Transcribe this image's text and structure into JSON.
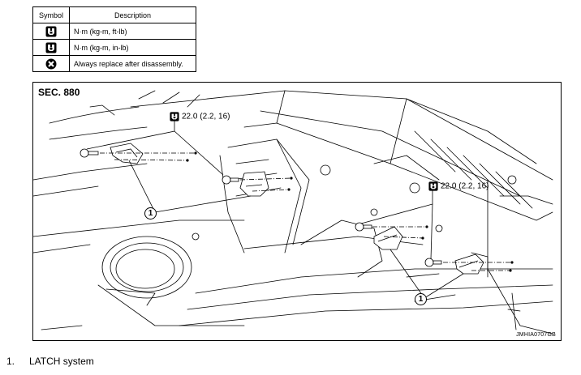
{
  "legend": {
    "header_symbol": "Symbol",
    "header_description": "Description",
    "rows": [
      {
        "icon": "torque-wrench-icon",
        "description": "N·m (kg-m, ft-lb)"
      },
      {
        "icon": "torque-wrench-small-icon",
        "description": "N·m (kg-m, in-lb)"
      },
      {
        "icon": "always-replace-icon",
        "description": "Always replace after disassembly."
      }
    ]
  },
  "figure": {
    "section": "SEC. 880",
    "torque_left": "22.0 (2.2, 16)",
    "torque_right": "22.0 (2.2, 16)",
    "callout_label": "1",
    "code": "JMHIA0707GB"
  },
  "caption": {
    "number": "1.",
    "text": "LATCH system"
  }
}
